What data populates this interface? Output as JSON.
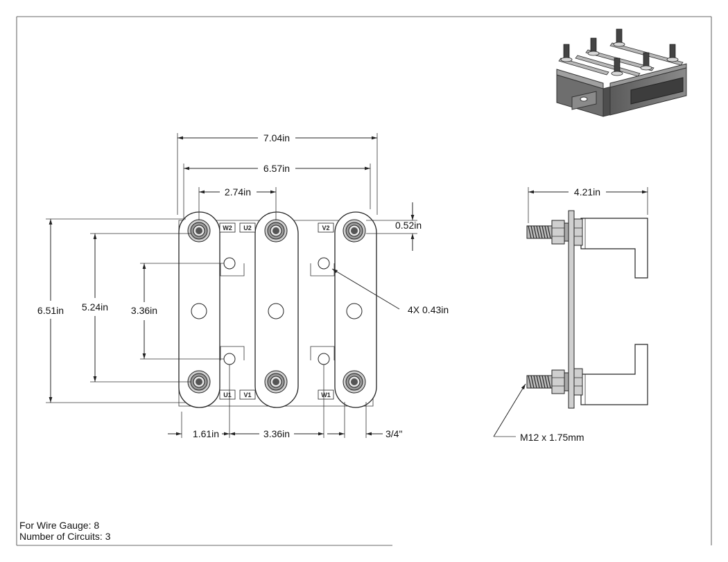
{
  "dimensions": {
    "overall_width": "7.04in",
    "stud_span_width": "6.57in",
    "stud_pitch": "2.74in",
    "strap_thickness": "0.52in",
    "overall_height": "6.51in",
    "stud_span_height": "5.24in",
    "hole_pitch_vertical": "3.36in",
    "hole_spec": "4X 0.43in",
    "edge_to_hole": "1.61in",
    "hole_pitch_horizontal": "3.36in",
    "foot_offset": "3/4\"",
    "side_depth": "4.21in",
    "thread_spec": "M12 x 1.75mm"
  },
  "terminal_labels": {
    "w2": "W2",
    "u2": "U2",
    "v2": "V2",
    "u1": "U1",
    "v1": "V1",
    "w1": "W1"
  },
  "notes": {
    "wire_gauge": "For Wire Gauge: 8",
    "circuits": "Number of Circuits: 3"
  }
}
